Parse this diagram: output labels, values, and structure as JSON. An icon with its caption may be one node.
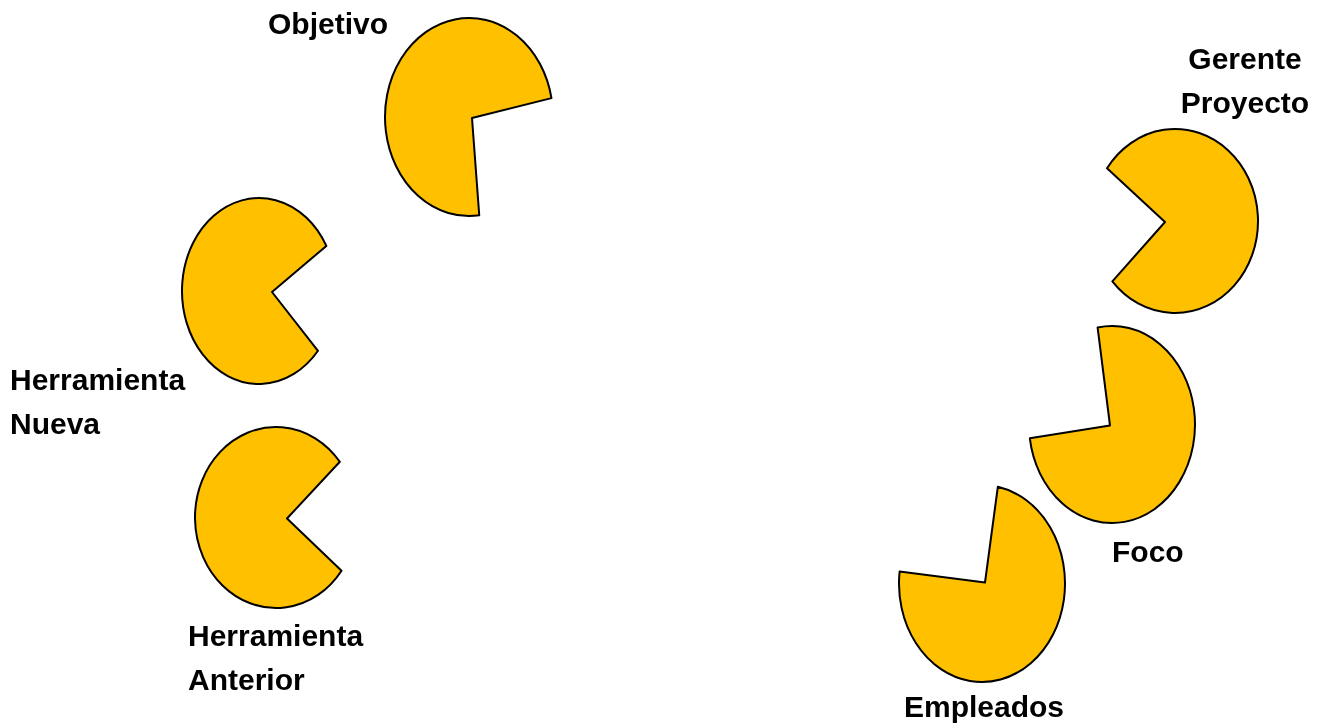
{
  "diagram": {
    "nodes": [
      {
        "text": [
          "Objetivo"
        ]
      },
      {
        "text": [
          "Herramienta Nueva"
        ]
      },
      {
        "text": [
          "Herramienta Anterior"
        ]
      },
      {
        "text": [
          "Gerente Proyecto"
        ]
      },
      {
        "text": [
          "Foco"
        ]
      },
      {
        "text": [
          "Empleados"
        ]
      }
    ]
  }
}
